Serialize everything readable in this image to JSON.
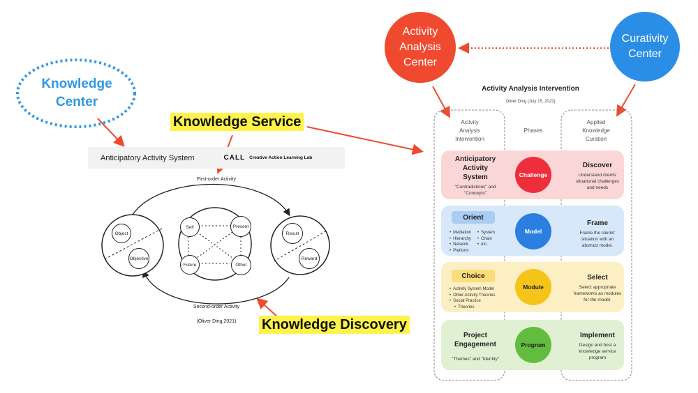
{
  "left_panel": {
    "knowledge_center": [
      "Knowledge",
      "Center"
    ],
    "knowledge_service": "Knowledge Service",
    "knowledge_discovery": "Knowledge Discovery",
    "banner_title": "Anticipatory Activity System",
    "lab_logo": "CALL",
    "lab_name": "Creative Action Learning Lab",
    "first_order": "First-order Activity",
    "second_order": "Second-order Activity",
    "citation": "(Oliver Ding,2021)",
    "nodes": {
      "object": "Object",
      "objective": "Objective",
      "self": "Self",
      "present": "Present",
      "future": "Future",
      "other": "Other",
      "result": "Result",
      "reward": "Reward"
    }
  },
  "top_circles": {
    "activity_center": [
      "Activity",
      "Analysis",
      "Center"
    ],
    "curativity_center": [
      "Curativity",
      "Center"
    ]
  },
  "right_panel": {
    "title": "Activity Analysis Intervention",
    "author": "Oliver Ding (July 15, 2022)",
    "col_left": [
      "Activity",
      "Analysis",
      "Intervention"
    ],
    "col_mid": "Phases",
    "col_right": [
      "Applied",
      "Knowledge",
      "Curation"
    ],
    "rows": [
      {
        "left_title": [
          "Anticipatory",
          "Activity",
          "System"
        ],
        "left_sub": [
          "\"Contradictions\" and",
          "\"Concepts\""
        ],
        "phase": "Challenge",
        "right_title": "Discover",
        "right_sub": [
          "Understand clients'",
          "situational challenges",
          "and needs"
        ]
      },
      {
        "left_title": "Orient",
        "bullets_a": [
          "Mediation",
          "Hierarchy",
          "Network",
          "Platform"
        ],
        "bullets_b": [
          "System",
          "Chain",
          "etc."
        ],
        "phase": "Model",
        "right_title": "Frame",
        "right_sub": [
          "Frame the clients'",
          "situation with an",
          "abstract model."
        ]
      },
      {
        "left_title": "Choice",
        "bullets": [
          "Activity System Model",
          "Other Activity Theories",
          "Social Practice",
          "Theories"
        ],
        "phase": "Module",
        "right_title": "Select",
        "right_sub": [
          "Select appropriate",
          "frameworks as modules",
          "for the model."
        ]
      },
      {
        "left_title": [
          "Project",
          "Engagement"
        ],
        "left_sub": "\"Themes\" and \"Identity\"",
        "phase": "Program",
        "right_title": "Implement",
        "right_sub": [
          "Design and host a",
          "knowledge service",
          "program"
        ]
      }
    ]
  },
  "colors": {
    "red": "#ef4a2f",
    "blue": "#2b8ee6",
    "knowledge_blue": "#2f98e3",
    "highlight": "#fff249",
    "row_pink": "#fbd6d6",
    "row_blue": "#d7e8fa",
    "row_yellow": "#fdefc4",
    "row_green": "#e0f0d3",
    "phase_red": "#ee2e3c",
    "phase_blue": "#2a7fe0",
    "phase_yellow": "#f5c419",
    "phase_green": "#62bd3e"
  }
}
